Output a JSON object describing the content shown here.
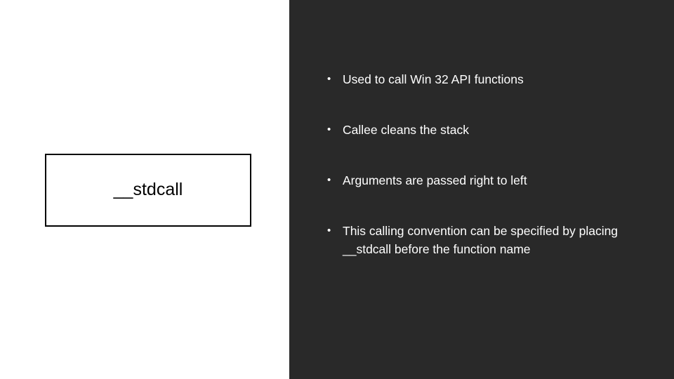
{
  "slide": {
    "title": "__stdcall",
    "bullet_glyph": "•",
    "bullets": [
      "Used to call Win 32 API functions",
      "Callee cleans the stack",
      "Arguments are passed right to left",
      "This calling convention can be specified by placing __stdcall before the function name"
    ],
    "colors": {
      "panel_background": "#292929",
      "slide_background": "#ffffff",
      "text_light": "#ffffff",
      "text_dark": "#000000",
      "box_border": "#000000"
    }
  }
}
